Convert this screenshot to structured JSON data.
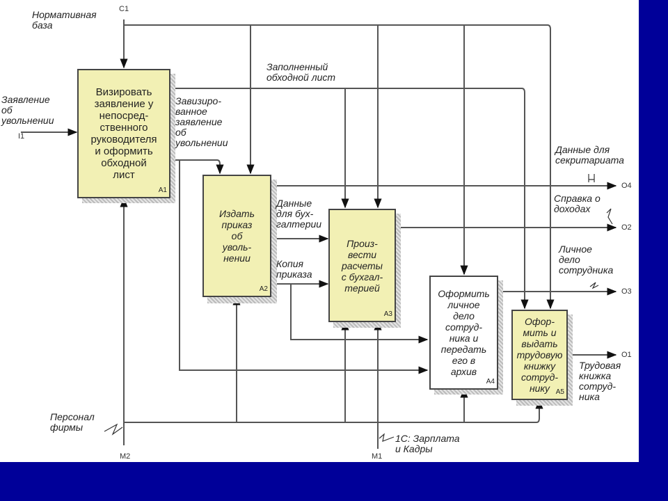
{
  "diagram": {
    "type": "IDEF0",
    "colors": {
      "background": "#000099",
      "canvas": "#ffffff",
      "activity_fill": "#f2f0b4",
      "line": "#555555"
    },
    "activities": [
      {
        "id": "A1",
        "label": "Визировать\nзаявление у\nнепосред-\nственного\nруководителя\nи оформить\nобходной\nлист"
      },
      {
        "id": "A2",
        "label": "Издать\nприказ\nоб\nуволь-\nнении"
      },
      {
        "id": "A3",
        "label": "Произ-\nвести\nрасчеты\nс бухгал-\nтерией"
      },
      {
        "id": "A4",
        "label": "Оформить\nличное\nдело\nсотруд-\nника и\nпередать\nего в\nархив"
      },
      {
        "id": "A5",
        "label": "Офор-\nмить и\nвыдать\nтрудовую\nкнижку\nсотруд-\nнику"
      }
    ],
    "arrow_labels": {
      "normative_base": "Нормативная\nбаза",
      "application": "Заявление\nоб\nувольнении",
      "signed_application": "Завизиро-\nванное\nзаявление\nоб\nувольнении",
      "filled_sheet": "Заполненный\nобходной лист",
      "accounting_data": "Данные\nдля бух-\nгалтерии",
      "order_copy": "Копия\nприказа",
      "secretariat_data": "Данные для\nсекритариата",
      "income_statement": "Справка о\nдоходах",
      "personal_file": "Личное\nдело\nсотрудника",
      "work_book": "Трудовая\nкнижка\nсотруд-\nника",
      "staff": "Персонал\nфирмы",
      "software": "1С: Зарплата\nи Кадры"
    },
    "codes": {
      "c1": "C1",
      "i1": "I1",
      "m1": "M1",
      "m2": "M2",
      "o1": "O1",
      "o2": "O2",
      "o3": "O3",
      "o4": "O4"
    }
  }
}
